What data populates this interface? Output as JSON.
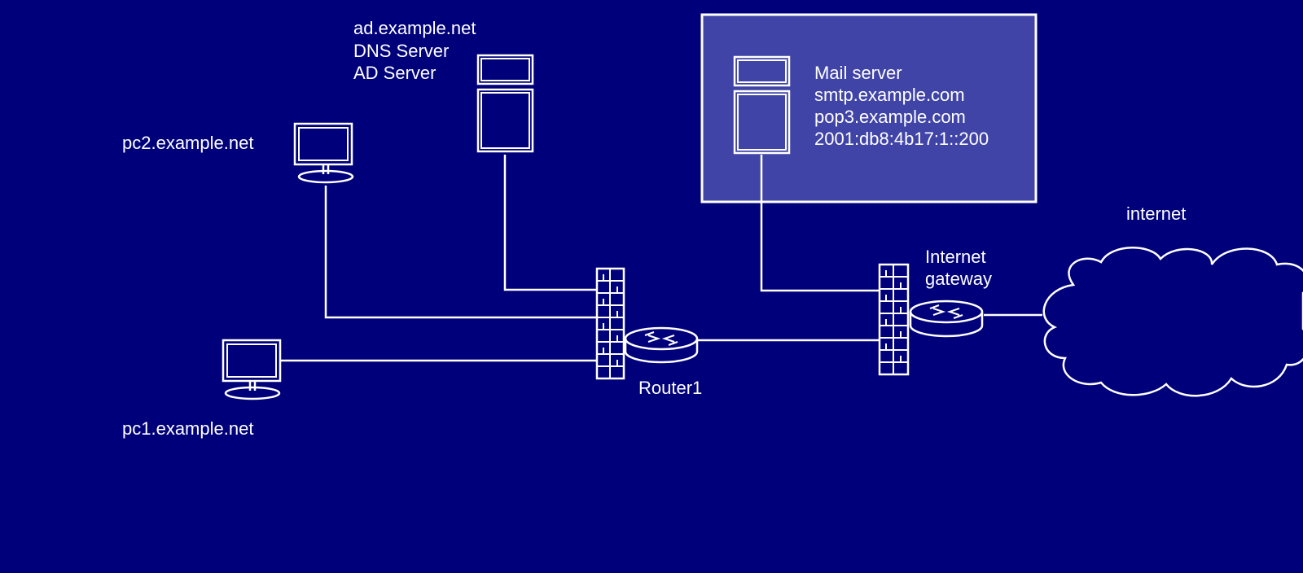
{
  "diagram": {
    "background_color": "#00007b",
    "highlight_box_color": "#4044a6",
    "line_color": "#ffffff",
    "labels": {
      "pc2": "pc2.example.net",
      "pc1": "pc1.example.net",
      "ad_lines": [
        "ad.example.net",
        "DNS Server",
        "AD Server"
      ],
      "mail_lines": [
        "Mail server",
        "smtp.example.com",
        "pop3.example.com",
        "2001:db8:4b17:1::200"
      ],
      "router1": "Router1",
      "gateway_lines": [
        "Internet",
        "gateway"
      ],
      "internet": "internet"
    },
    "icons": {
      "pc": "desktop-computer-icon",
      "server": "tower-server-icon",
      "firewall": "brick-firewall-icon",
      "router": "router-icon",
      "cloud": "cloud-icon"
    }
  }
}
